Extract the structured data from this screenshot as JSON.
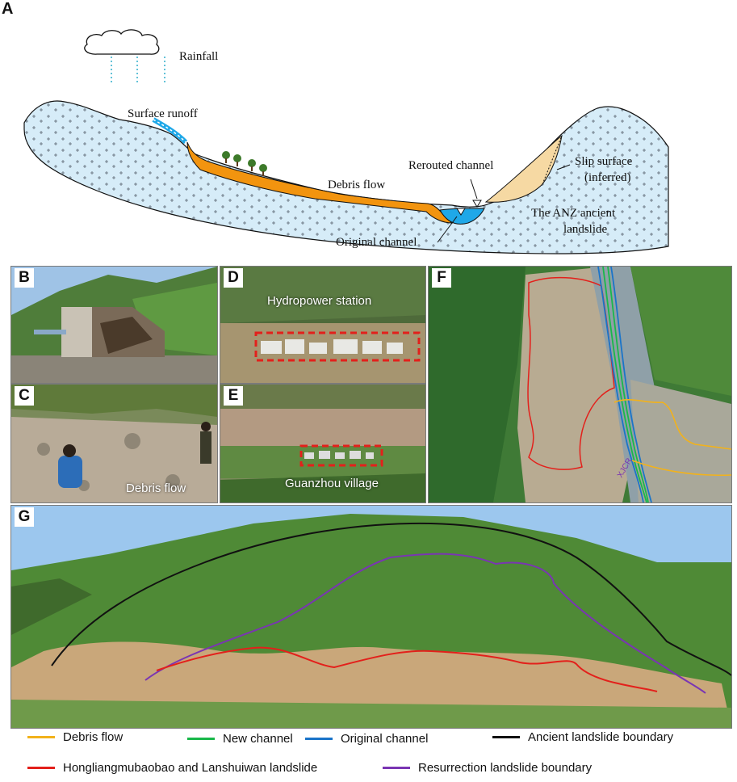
{
  "panels": {
    "a": "A",
    "b": "B",
    "c": "C",
    "d": "D",
    "e": "E",
    "f": "F",
    "g": "G"
  },
  "schematic": {
    "rainfall": "Rainfall",
    "surface_runoff": "Surface runoff",
    "debris_flow": "Debris flow",
    "rerouted_channel": "Rerouted channel",
    "slip_surface_line1": "Slip surface",
    "slip_surface_line2": "(inferred)",
    "anz_line1": "The ANZ ancient",
    "anz_line2": "landslide",
    "original_channel": "Original channel"
  },
  "photos": {
    "c_caption": "Debris flow",
    "d_caption": "Hydropower station",
    "e_caption": "Guanzhou village",
    "f_river_label": "XJCR"
  },
  "legend": {
    "items": [
      {
        "label": "Debris flow",
        "color": "#f2b21b"
      },
      {
        "label": "New channel",
        "color": "#19b84a"
      },
      {
        "label": "Original  channel",
        "color": "#1a74c9"
      },
      {
        "label": "Ancient landslide boundary",
        "color": "#111111"
      },
      {
        "label": "Hongliangmubaobao and Lanshuiwan landslide",
        "color": "#e3201b"
      },
      {
        "label": "Resurrection landslide boundary",
        "color": "#7a35b3"
      }
    ]
  },
  "colors": {
    "bedrock": "#d6ecf8",
    "debris": "#f2940f",
    "water": "#1fa8e8",
    "landslide_deposit": "#f6d9a3",
    "vegetation": "#4f8a36",
    "sky": "#9cc7ee",
    "landslide_scar": "#c9a77a"
  }
}
